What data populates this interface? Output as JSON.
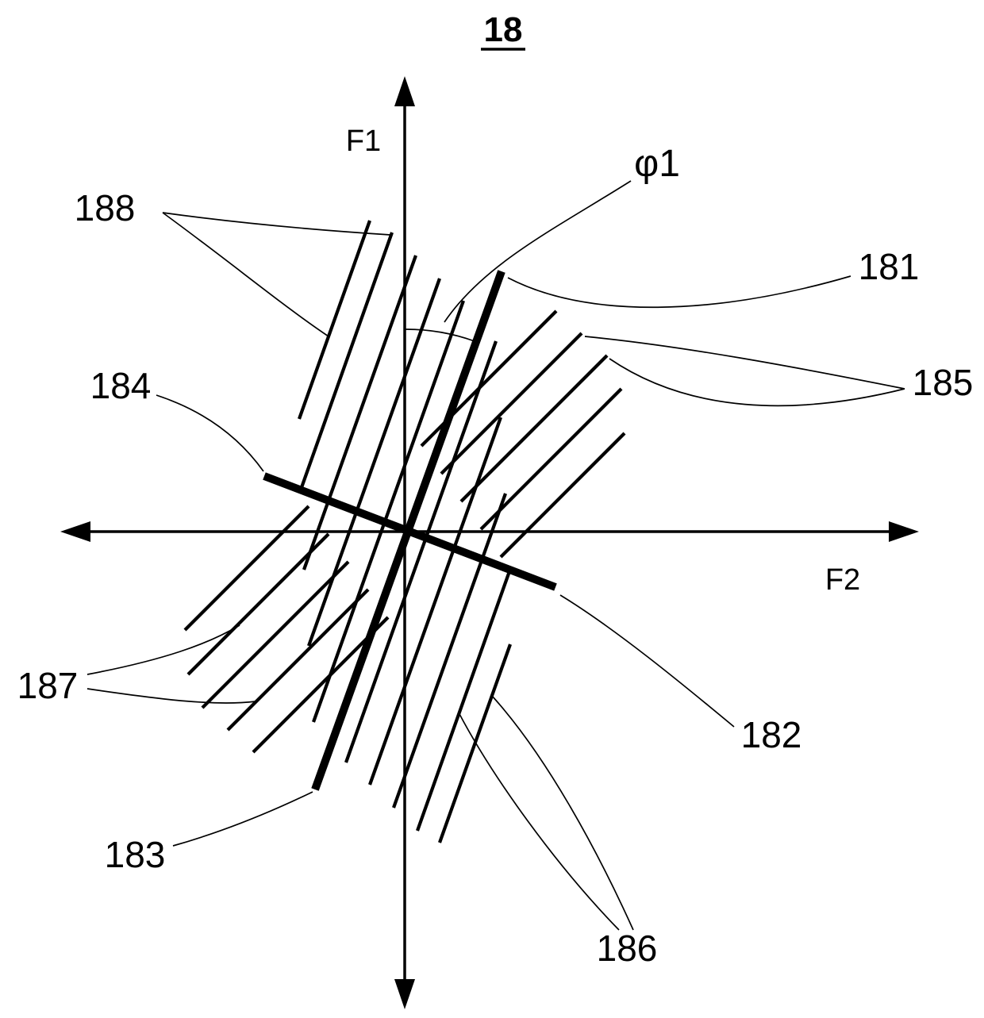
{
  "figure": {
    "number": "18",
    "background_color": "#ffffff",
    "ink_color": "#000000"
  },
  "axes": {
    "vertical_label": "F1",
    "horizontal_label": "F2"
  },
  "annotations": {
    "angle": "φ1",
    "ref_181": "181",
    "ref_182": "182",
    "ref_183": "183",
    "ref_184": "184",
    "ref_185": "185",
    "ref_186": "186",
    "ref_187": "187",
    "ref_188": "188"
  }
}
